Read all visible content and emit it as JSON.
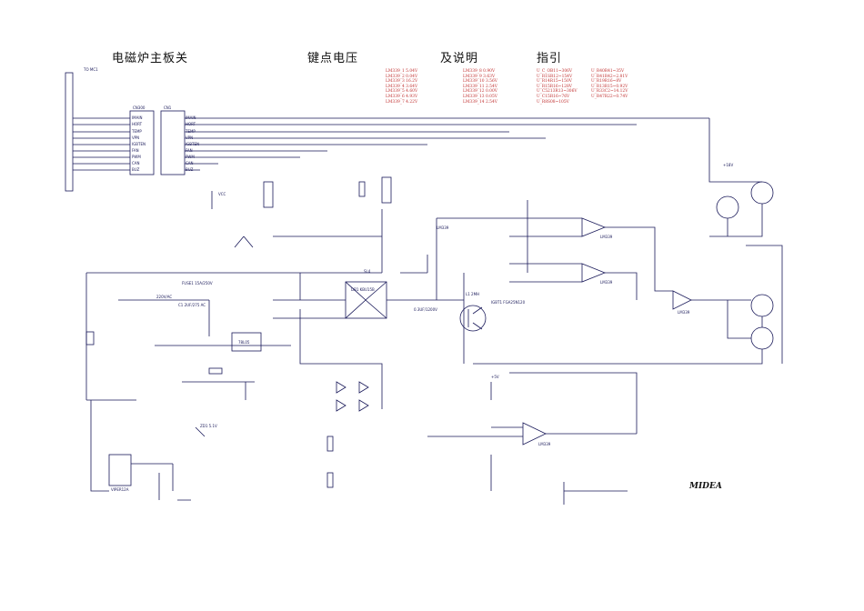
{
  "titles": {
    "t1": "电磁炉主板关",
    "t2": "键点电压",
    "t3": "及说明",
    "t4": "指引"
  },
  "voltage_table_left": [
    "LM339_1   5.04V",
    "LM339_2   0.04V",
    "LM339_3   16.2V",
    "LM339_4   3.64V",
    "LM339_5   4.60V",
    "LM339_6   4.93V",
    "LM339_7   4.22V"
  ],
  "voltage_table_mid": [
    "LM339_8   0.90V",
    "LM339_9   3.63V",
    "LM339_10  3.56V",
    "LM339_11  2.54V",
    "LM339_12  0.00V",
    "LM339_13  0.05V",
    "LM339_14  2.54V"
  ],
  "voltage_table_right_a": [
    "U_C_OB11~306V",
    "U_R1SR12~154V",
    "U_R14R15~150V",
    "U_R15R16~128V",
    "U_C5213R13~306V",
    "U_C15R16~76V",
    "U_R8S08~105V"
  ],
  "voltage_table_right_b": [
    "U_R40R41~35V",
    "U_R41R42~2.81V",
    "U_R19R16~8V",
    "U_R13R15~0.92V",
    "U_R33C2~14.12V",
    "U_R47R22~0.74V"
  ],
  "connector": {
    "to": "TO MC1",
    "cn300": "CN300",
    "cn1": "CN1",
    "pins_left": [
      "IMAIN",
      "HORT",
      "TEMP",
      "VPN",
      "IGBTEN",
      "FAN",
      "PWM",
      "CAN",
      "BUZ"
    ],
    "pins_right": [
      "IMAIN",
      "HORT",
      "TEMP",
      "VPN",
      "IGBTEN",
      "FAN",
      "PWM",
      "CAN",
      "BUZ"
    ]
  },
  "labels": {
    "fuse": "FUSE1 15A/250V",
    "cap_c1": "C1 2UF/275 AC",
    "ac_in": "220V/AC",
    "rect": "DB1 KBU15B",
    "coil": "L1 2MH",
    "igbt": "IGBT1 FGA25N120",
    "lm339a": "LM339",
    "lm339b": "LM339",
    "lm339c": "LM339",
    "lm339d": "LM339",
    "lm339e": "LM339",
    "reg": "78L05",
    "vcc": "VCC",
    "v18": "+18V",
    "v5": "+5V",
    "ic_vipe": "VIPER12A",
    "c_res": "0.3UF/1200V",
    "kind": "电磁炉",
    "gnd_note": "SL4",
    "zener": "ZD1 5.1V",
    "logo": "MIDEA"
  }
}
